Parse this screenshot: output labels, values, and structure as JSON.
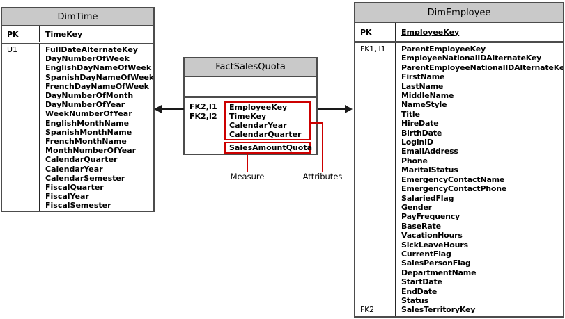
{
  "diagram": {
    "colors": {
      "header_bg": "#c9c9c9",
      "border": "#4c4c4c",
      "annotation_red": "#cc0000",
      "arrow": "#1a1a1a"
    },
    "annotation_labels": {
      "measure": "Measure",
      "attributes": "Attributes"
    },
    "tables": {
      "dim_time": {
        "title": "DimTime",
        "pk_label": "PK",
        "pk_field": "TimeKey",
        "index_label": "U1",
        "fields": [
          "FullDateAlternateKey",
          "DayNumberOfWeek",
          "EnglishDayNameOfWeek",
          "SpanishDayNameOfWeek",
          "FrenchDayNameOfWeek",
          "DayNumberOfMonth",
          "DayNumberOfYear",
          "WeekNumberOfYear",
          "EnglishMonthName",
          "SpanishMonthName",
          "FrenchMonthName",
          "MonthNumberOfYear",
          "CalendarQuarter",
          "CalendarYear",
          "CalendarSemester",
          "FiscalQuarter",
          "FiscalYear",
          "FiscalSemester"
        ]
      },
      "fact_sales_quota": {
        "title": "FactSalesQuota",
        "pk_label": "",
        "pk_field": "",
        "fk_labels": [
          "FK2,I1",
          "FK2,I2"
        ],
        "attribute_fields": [
          "EmployeeKey",
          "TimeKey",
          "CalendarYear",
          "CalendarQuarter"
        ],
        "measure_fields": [
          "SalesAmountQuota"
        ]
      },
      "dim_employee": {
        "title": "DimEmployee",
        "pk_label": "PK",
        "pk_field": "EmployeeKey",
        "fk_top_label": "FK1, I1",
        "fk_bottom_label": "FK2",
        "fields": [
          "ParentEmployeeKey",
          "EmployeeNationalIDAlternateKey",
          "ParentEmployeeNationalIDAlternateKey",
          {
            "text": "FirstName",
            "bold": true
          },
          {
            "text": "LastName",
            "bold": true
          },
          "MiddleName",
          {
            "text": "NameStyle",
            "bold": true
          },
          "Title",
          "HireDate",
          "BirthDate",
          "LoginID",
          "EmailAddress",
          "Phone",
          "MaritalStatus",
          "EmergencyContactName",
          "EmergencyContactPhone",
          "SalariedFlag",
          "Gender",
          "PayFrequency",
          "BaseRate",
          "VacationHours",
          "SickLeaveHours",
          {
            "text": "CurrentFlag",
            "bold": true
          },
          {
            "text": "SalesPersonFlag",
            "bold": true
          },
          "DepartmentName",
          "StartDate",
          "EndDate",
          "Status",
          "SalesTerritoryKey"
        ]
      }
    }
  }
}
